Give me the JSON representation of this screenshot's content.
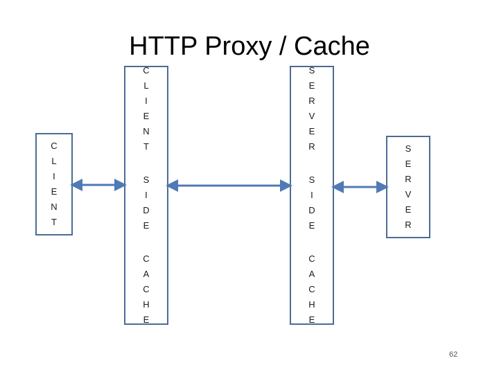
{
  "title": "HTTP Proxy / Cache",
  "client_box": {
    "label": "CLIENT"
  },
  "proxy_client_side": {
    "words": [
      "CLIENT",
      "SIDE",
      "CACHE"
    ]
  },
  "proxy_server_side": {
    "words": [
      "SERVER",
      "SIDE",
      "CACHE"
    ]
  },
  "server_box": {
    "label": "SERVER"
  },
  "page_number": "62",
  "colors": {
    "box_border": "#4a6c94",
    "arrow": "#4f7ab5"
  }
}
